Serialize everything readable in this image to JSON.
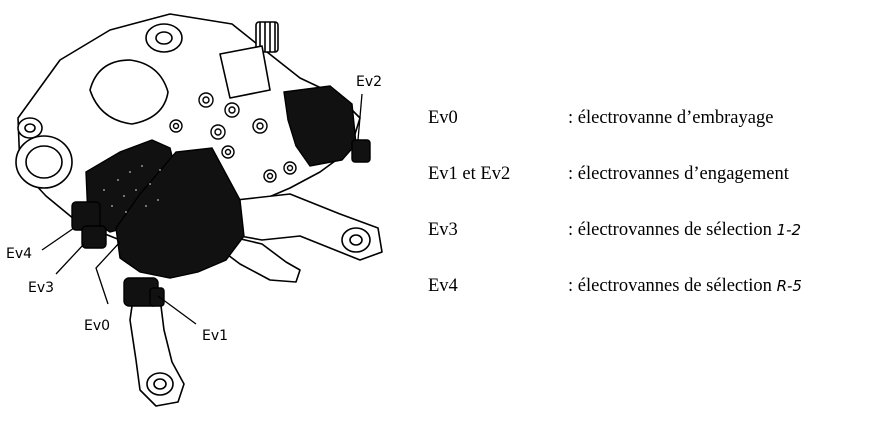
{
  "callouts": {
    "ev0": "Ev0",
    "ev1": "Ev1",
    "ev2": "Ev2",
    "ev3": "Ev3",
    "ev4": "Ev4"
  },
  "legend": [
    {
      "term": "Ev0",
      "definition": ": électrovanne d’embrayage",
      "code": ""
    },
    {
      "term": "Ev1 et Ev2",
      "definition": ": électrovannes d’engagement",
      "code": ""
    },
    {
      "term": "Ev3",
      "definition": ": électrovannes de sélection",
      "code": "1-2"
    },
    {
      "term": "Ev4",
      "definition": ": électrovannes de sélection",
      "code": "R-5"
    }
  ]
}
